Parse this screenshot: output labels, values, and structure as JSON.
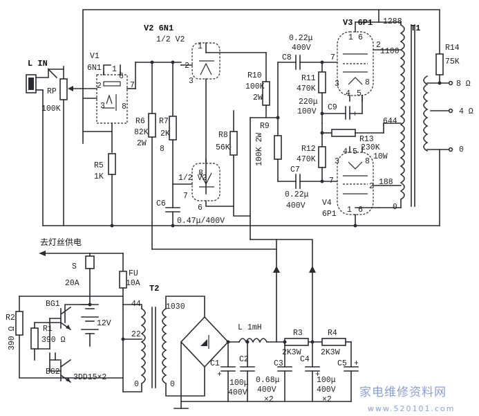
{
  "labels": {
    "input": "L IN",
    "rp": "RP",
    "rp_val": "100K",
    "v1": "V1",
    "v1_type": "6N1",
    "v2_title": "V2 6N1",
    "v2_half_top": "1/2 V2",
    "v2_half_bot": "1/2 V2",
    "v3": "V3 6P1",
    "v4": "V4",
    "v4_type": "6P1",
    "t1": "T1",
    "t1_1288": "1288",
    "t1_1100": "1100",
    "t1_644": "644",
    "t1_188": "188",
    "t1_0": "0",
    "r14": "R14",
    "r14_val": "75K",
    "out_8": "8 Ω",
    "out_4": "4 Ω",
    "out_0": "0",
    "r5": "R5",
    "r5_val": "1K",
    "r6": "R6",
    "r6_val": "82K",
    "r6_w": "2W",
    "r7": "R7",
    "r7_val": "2K",
    "r8": "R8",
    "r8_val": "56K",
    "r9": "R9",
    "r9_val": "100K 2W",
    "r10": "R10",
    "r10_val": "100K",
    "r10_w": "2W",
    "r11": "R11",
    "r11_val": "470K",
    "r12": "R12",
    "r12_val": "470K",
    "r13": "R13",
    "r13_val": "230K",
    "r13_w": "10W",
    "c6": "C6",
    "c6_val": "0.47μ/400V",
    "c7": "C7",
    "c7_val": "0.22μ",
    "c7_v": "400V",
    "c8": "C8",
    "c8_val": "0.22μ",
    "c8_v": "400V",
    "c9": "C9",
    "c9_val": "220μ",
    "c9_v": "100V",
    "filament": "去灯丝供电",
    "s": "S",
    "s_val": "20A",
    "fu": "FU",
    "fu_val": "10A",
    "t2": "T2",
    "t2_44": "44",
    "t2_22": "22",
    "t2_0": "0",
    "t2_1030": "1030",
    "t2_0b": "0",
    "bg1": "BG1",
    "bg2": "BG2",
    "bg_type": "3DD15×2",
    "r1": "R1",
    "r1_val": "390 Ω",
    "r2": "R2",
    "r2_val": "390 Ω",
    "battery": "12V",
    "l": "L",
    "l_val": "1mH",
    "r3": "R3",
    "r3_val": "2K3W",
    "r4": "R4",
    "r4_val": "2K3W",
    "c1": "C1",
    "c2": "C2",
    "c3": "C3",
    "c4": "C4",
    "c5": "C5",
    "c12_val": "100μ",
    "c12_v": "400V",
    "c34_val": "0.68μ",
    "c34_v": "400V",
    "c34_x": "×2",
    "c5_val": "100μ",
    "c5_v": "400V",
    "c5_x": "×2",
    "plus": "+",
    "pin_1": "1",
    "pin_2": "2",
    "pin_3": "3",
    "pin_4": "4",
    "pin_5": "5",
    "pin_6": "6",
    "pin_7": "7",
    "pin_8": "8"
  },
  "watermark": {
    "text": "家电维修资料网",
    "url": "www.520101.com"
  }
}
